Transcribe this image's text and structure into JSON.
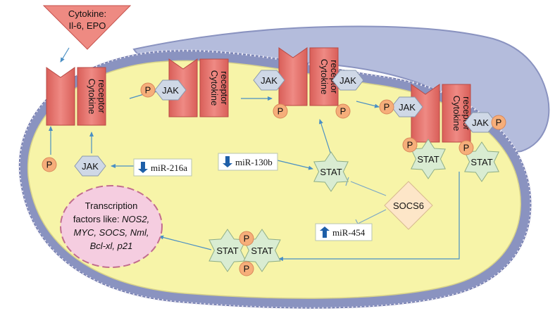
{
  "cytokine": {
    "line1": "Cytokine:",
    "line2": "Il-6, EPO"
  },
  "receptor": {
    "line1": "Cytokine",
    "line2": "receptor"
  },
  "labels": {
    "jak": "JAK",
    "stat": "STAT",
    "p": "P",
    "socs": "SOCS6"
  },
  "mirnas": [
    {
      "label": "miR-216a",
      "direction": "down"
    },
    {
      "label": "miR-130b",
      "direction": "down"
    },
    {
      "label": "miR-454",
      "direction": "up"
    }
  ],
  "transcription": {
    "line1": "Transcription",
    "line2_prefix": "factors like: ",
    "line2_italic": "NOS2,",
    "line3": "MYC, SOCS, Nml,",
    "line4": "Bcl-xl, p21"
  },
  "colors": {
    "receptor": "#e8736e",
    "receptor_dark": "#c5504b",
    "cytokine": "#ee8a82",
    "cell": "#f7f4a8",
    "membrane": "#8a93c0",
    "background_cell": "#b7bfdd",
    "jak": "#cfd8e6",
    "stat": "#d9ecd2",
    "p": "#f6ae7a",
    "socs": "#fde6c8",
    "nucleus": "#f5cde0",
    "arrow": "#4a8fc4",
    "arrow_mir": "#1e5fa8"
  }
}
